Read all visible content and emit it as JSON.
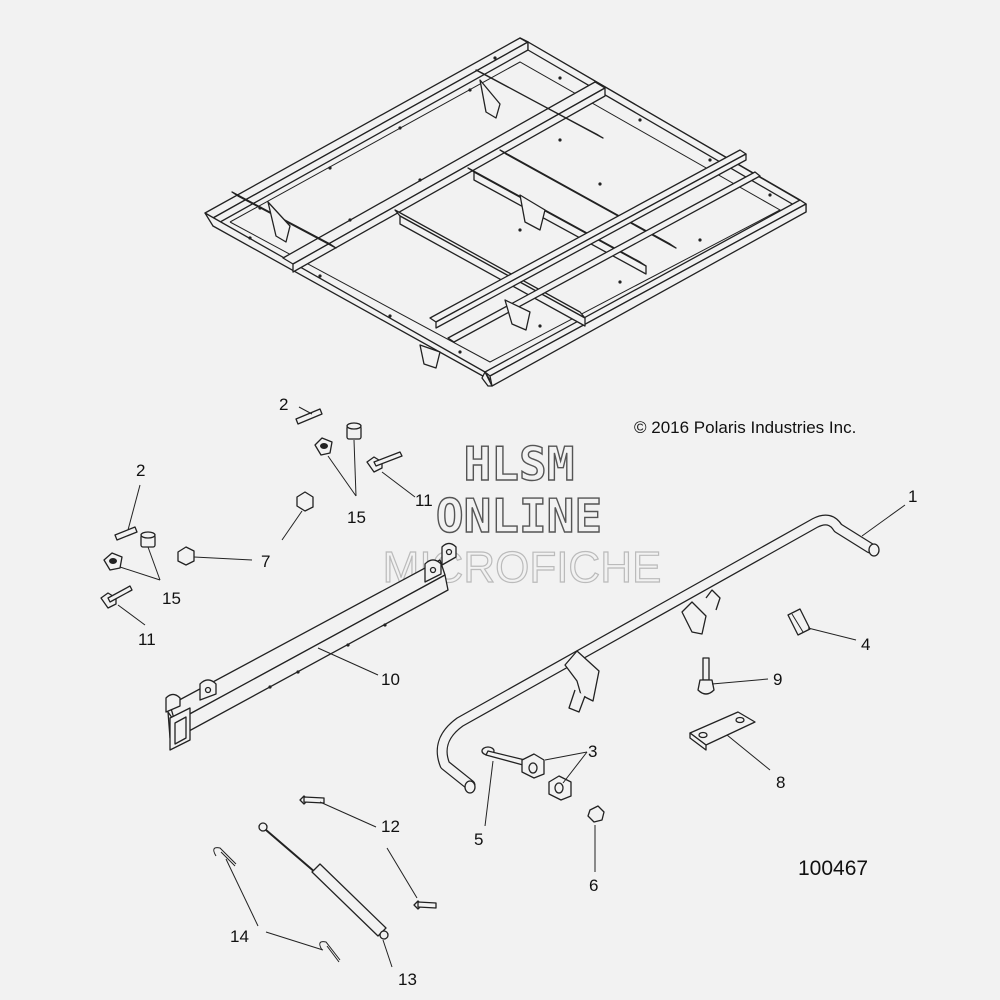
{
  "copyright": "© 2016 Polaris Industries Inc.",
  "document_number": "100467",
  "watermark": {
    "line1": "HLSM",
    "line2": "ONLINE",
    "line3": "MICROFICHE"
  },
  "callouts": {
    "c1": "1",
    "c2a": "2",
    "c2b": "2",
    "c3": "3",
    "c4": "4",
    "c5": "5",
    "c6": "6",
    "c7": "7",
    "c8": "8",
    "c9": "9",
    "c10": "10",
    "c11a": "11",
    "c11b": "11",
    "c12": "12",
    "c13": "13",
    "c14": "14",
    "c15a": "15",
    "c15b": "15"
  }
}
